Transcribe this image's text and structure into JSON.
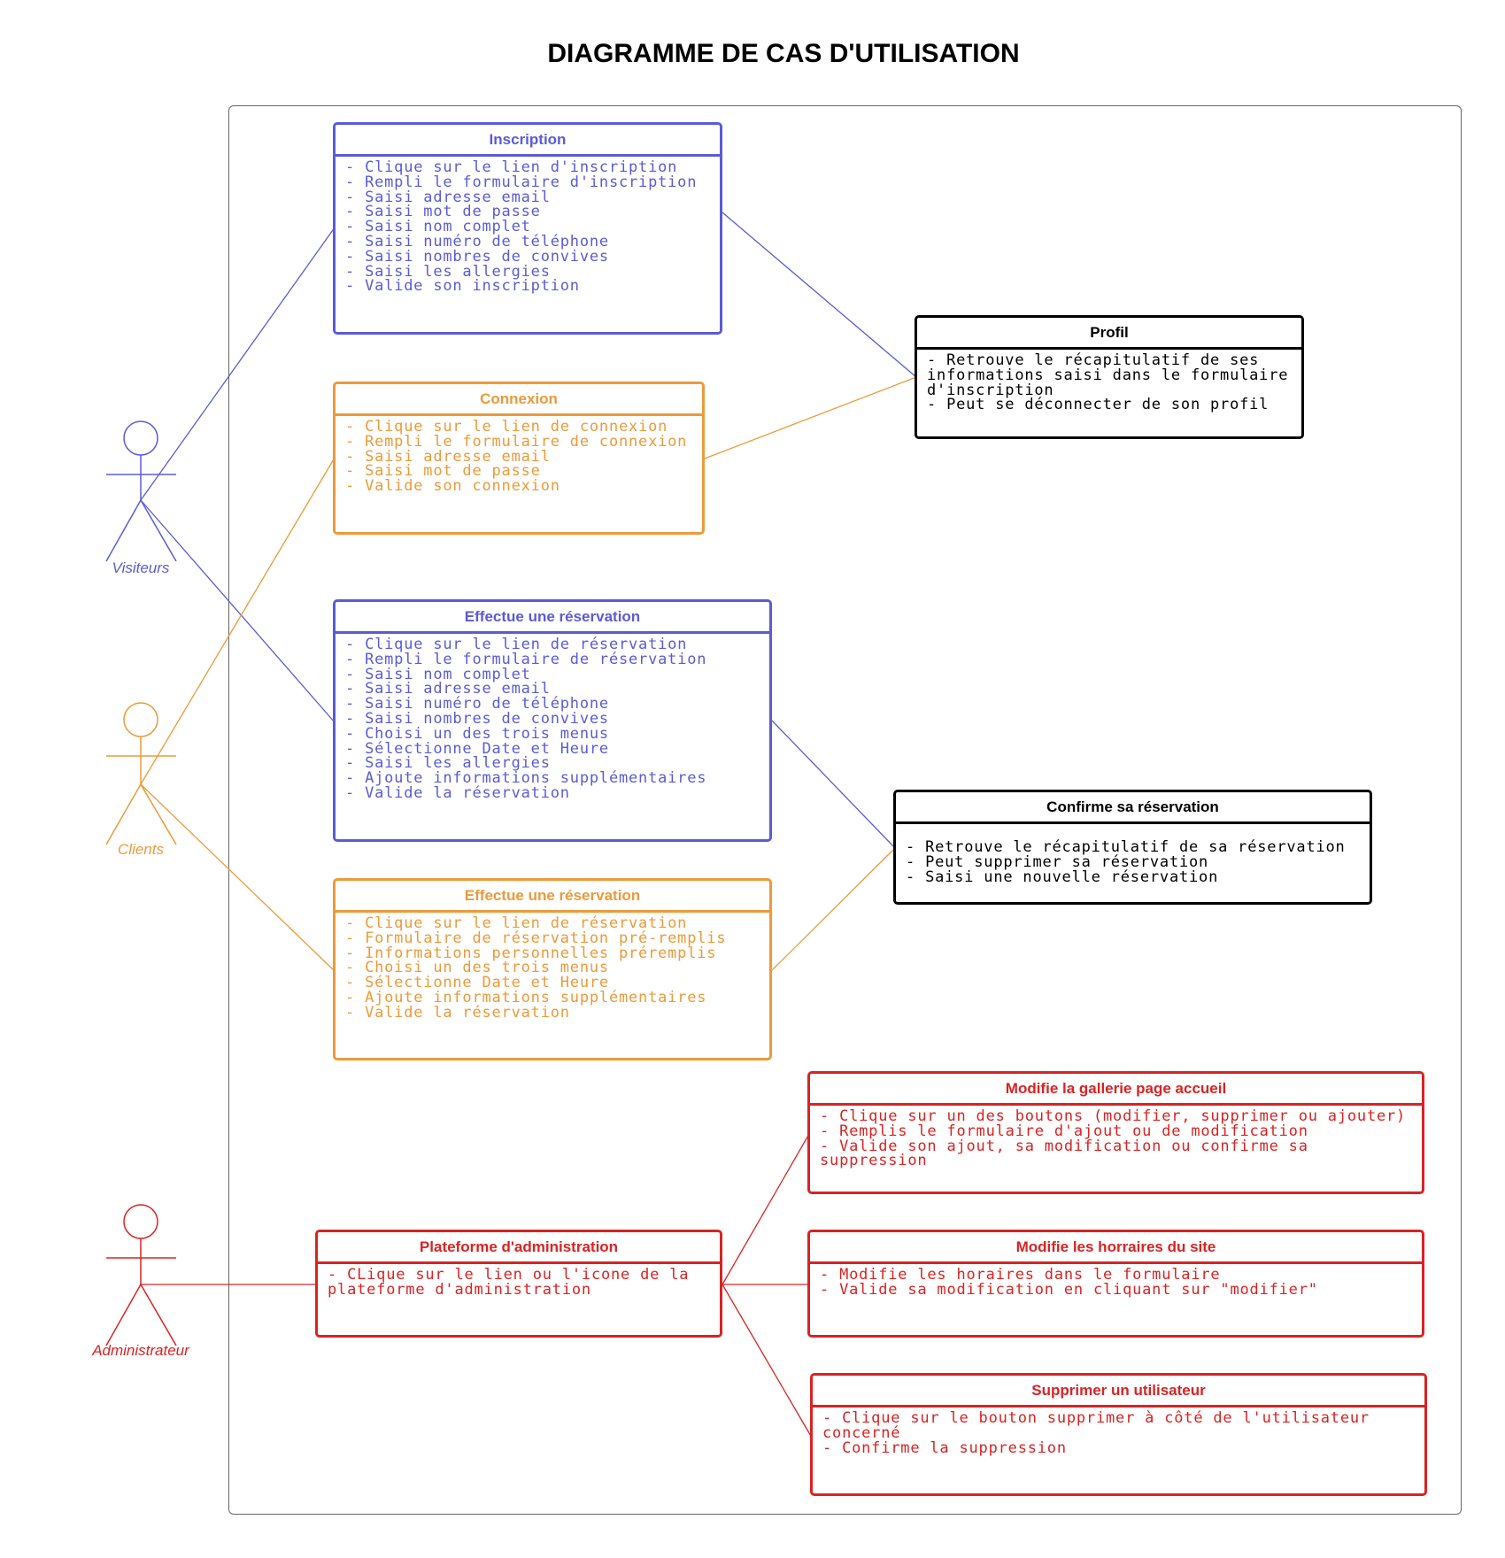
{
  "title": "DIAGRAMME DE CAS D'UTILISATION",
  "colors": {
    "visiteurs": "#5b5bd6",
    "clients": "#ec9a3a",
    "profile": "#000000",
    "admin": "#d92323"
  },
  "actors": {
    "visiteurs": "Visiteurs",
    "clients": "Clients",
    "administrateur": "Administrateur"
  },
  "use_cases": {
    "inscription": {
      "title": "Inscription",
      "lines": [
        "- Clique sur le lien d'inscription",
        "- Rempli le formulaire d'inscription",
        "- Saisi adresse email",
        "- Saisi mot de passe",
        "- Saisi nom complet",
        "- Saisi numéro de téléphone",
        "- Saisi nombres de convives",
        "- Saisi les allergies",
        "- Valide son inscription"
      ]
    },
    "connexion": {
      "title": "Connexion",
      "lines": [
        "- Clique sur le lien de connexion",
        "- Rempli le formulaire de connexion",
        "- Saisi adresse email",
        "- Saisi mot de passe",
        "- Valide son connexion"
      ]
    },
    "profil": {
      "title": "Profil",
      "lines": [
        "- Retrouve le récapitulatif de ses",
        "informations saisi dans le formulaire",
        "d'inscription",
        "- Peut se déconnecter de son profil"
      ]
    },
    "reservation_visiteur": {
      "title": "Effectue une réservation",
      "lines": [
        "- Clique sur le lien de réservation",
        "- Rempli le formulaire de réservation",
        "- Saisi nom complet",
        "- Saisi adresse email",
        "- Saisi numéro de téléphone",
        "- Saisi nombres de convives",
        "- Choisi un des trois menus",
        "- Sélectionne Date et Heure",
        "- Saisi les allergies",
        "- Ajoute informations supplémentaires",
        "- Valide la réservation"
      ]
    },
    "confirme": {
      "title": "Confirme sa réservation",
      "lines": [
        "- Retrouve le récapitulatif de sa réservation",
        "- Peut supprimer sa réservation",
        "- Saisi une nouvelle réservation"
      ]
    },
    "reservation_client": {
      "title": "Effectue une réservation",
      "lines": [
        "- Clique sur le lien de réservation",
        "- Formulaire de réservation pré-remplis",
        "- Informations personnelles préremplis",
        "- Choisi un des trois menus",
        "- Sélectionne Date et Heure",
        "- Ajoute informations supplémentaires",
        "- Valide la réservation"
      ]
    },
    "gallerie": {
      "title": "Modifie la gallerie page accueil",
      "lines": [
        "- Clique sur un des boutons (modifier, supprimer ou ajouter)",
        "- Remplis le formulaire d'ajout ou de modification",
        "- Valide son ajout, sa modification ou confirme sa",
        "suppression"
      ]
    },
    "plateforme": {
      "title": "Plateforme d'administration",
      "lines": [
        "- CLique sur le lien ou l'icone de la",
        "plateforme d'administration"
      ]
    },
    "horaires": {
      "title": "Modifie les horraires du site",
      "lines": [
        "- Modifie les horaires dans le formulaire",
        "- Valide sa modification en cliquant sur \"modifier\""
      ]
    },
    "supprimer": {
      "title": "Supprimer un utilisateur",
      "lines": [
        "- Clique sur le bouton supprimer à côté de l'utilisateur",
        "concerné",
        "- Confirme la suppression"
      ]
    }
  }
}
